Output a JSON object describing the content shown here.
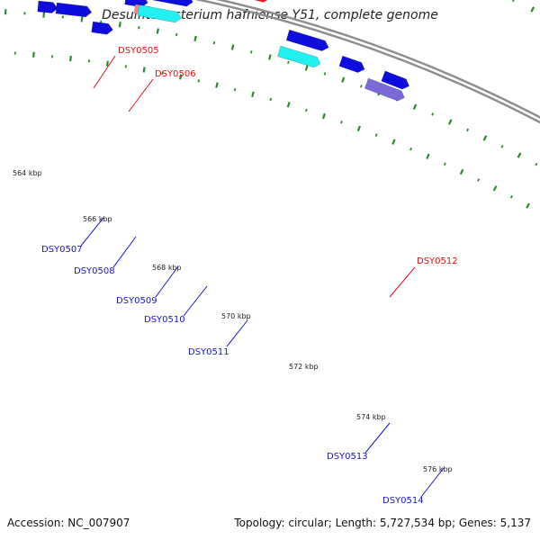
{
  "title": "Desulfitobacterium hafniense Y51, complete genome",
  "accession": "Accession: NC_007907",
  "summary": "Topology: circular; Length: 5,727,534 bp; Genes: 5,137",
  "colors": {
    "backbone": "#8c8c8c",
    "tick": "#2a8a2a",
    "label_red": "#e01010",
    "label_blue": "#1515cc"
  },
  "scale_labels": [
    "564 kbp",
    "566 kbp",
    "568 kbp",
    "570 kbp",
    "572 kbp",
    "574 kbp",
    "576 kbp"
  ],
  "gene_labels": [
    {
      "id": "DSY0505",
      "color": "red"
    },
    {
      "id": "DSY0506",
      "color": "red"
    },
    {
      "id": "DSY0507",
      "color": "blue"
    },
    {
      "id": "DSY0508",
      "color": "blue"
    },
    {
      "id": "DSY0509",
      "color": "blue"
    },
    {
      "id": "DSY0510",
      "color": "blue"
    },
    {
      "id": "DSY0511",
      "color": "blue"
    },
    {
      "id": "DSY0512",
      "color": "red"
    },
    {
      "id": "DSY0513",
      "color": "blue"
    },
    {
      "id": "DSY0514",
      "color": "blue"
    }
  ],
  "feature_colors": {
    "red": "#ee1111",
    "blue": "#0d0ddd",
    "cyan": "#22f0f0",
    "pink": "#f08a8a",
    "green": "#33c833",
    "orange": "#f07f10",
    "steel": "#4a86c0",
    "indigo": "#3a3a9a",
    "lavender": "#7a6ad8"
  }
}
